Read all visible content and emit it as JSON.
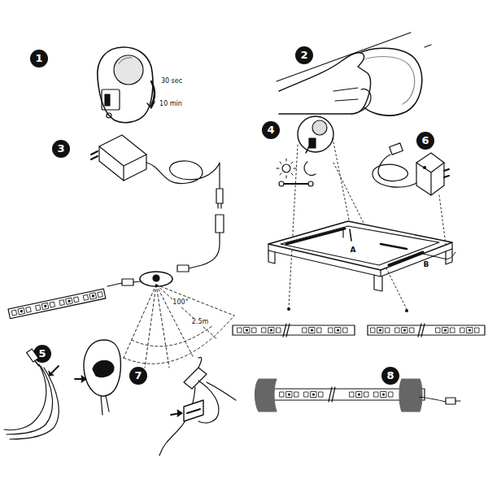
{
  "diagram": {
    "labels": [
      "1",
      "2",
      "3",
      "4",
      "5",
      "6",
      "7",
      "8",
      "30 sec",
      "10 min",
      "100°",
      "2.5m",
      "A",
      "B"
    ]
  }
}
